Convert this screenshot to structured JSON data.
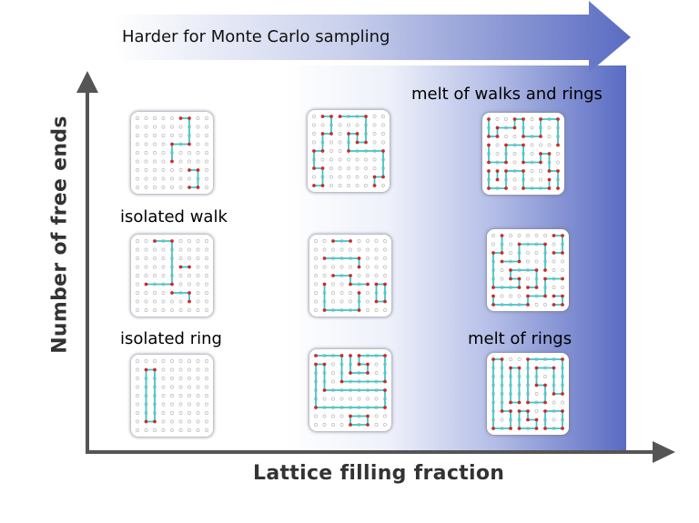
{
  "arrow": {
    "label": "Harder for Monte Carlo sampling",
    "color": "#5a6bc2"
  },
  "axes": {
    "x_label": "Lattice filling fraction",
    "y_label": "Number of free ends"
  },
  "annotations": {
    "melt_walks_rings": "melt of walks and rings",
    "isolated_walk": "isolated walk",
    "isolated_ring": "isolated ring",
    "melt_rings": "melt of rings"
  },
  "colors": {
    "bond": "#3ec6c8",
    "end": "#cc2b2b",
    "empty_site": "#bbbbbb",
    "axis": "#555555"
  },
  "lattice": {
    "size": 8,
    "tiles": [
      {
        "id": "walk-low",
        "paths": [
          [
            [
              5,
              0
            ],
            [
              6,
              0
            ],
            [
              6,
              3
            ],
            [
              4,
              3
            ],
            [
              4,
              5
            ]
          ],
          [
            [
              6,
              6
            ],
            [
              7,
              6
            ],
            [
              7,
              8
            ],
            [
              6,
              8
            ]
          ]
        ]
      },
      {
        "id": "walk-mid",
        "paths": [
          [
            [
              1,
              0
            ],
            [
              2,
              0
            ],
            [
              2,
              2
            ],
            [
              1,
              2
            ],
            [
              1,
              4
            ],
            [
              0,
              4
            ],
            [
              0,
              6
            ],
            [
              1,
              6
            ],
            [
              1,
              8
            ],
            [
              0,
              8
            ]
          ],
          [
            [
              3,
              0
            ],
            [
              6,
              0
            ],
            [
              6,
              3
            ],
            [
              5,
              3
            ],
            [
              5,
              2
            ],
            [
              4,
              2
            ],
            [
              4,
              4
            ],
            [
              8,
              4
            ],
            [
              8,
              7
            ],
            [
              7,
              7
            ],
            [
              7,
              8
            ]
          ]
        ]
      },
      {
        "id": "walk-high",
        "paths": [
          [
            [
              0,
              0
            ],
            [
              0,
              2
            ],
            [
              1,
              2
            ],
            [
              1,
              1
            ],
            [
              3,
              1
            ],
            [
              3,
              0
            ],
            [
              4,
              0
            ],
            [
              4,
              2
            ],
            [
              6,
              2
            ],
            [
              6,
              0
            ],
            [
              8,
              0
            ],
            [
              8,
              3
            ]
          ],
          [
            [
              0,
              3
            ],
            [
              0,
              5
            ],
            [
              2,
              5
            ],
            [
              2,
              3
            ],
            [
              4,
              3
            ],
            [
              4,
              5
            ],
            [
              6,
              5
            ],
            [
              6,
              4
            ],
            [
              7,
              4
            ],
            [
              7,
              6
            ],
            [
              8,
              6
            ],
            [
              8,
              8
            ]
          ],
          [
            [
              0,
              6
            ],
            [
              0,
              8
            ],
            [
              2,
              8
            ],
            [
              2,
              6
            ],
            [
              4,
              6
            ],
            [
              4,
              8
            ],
            [
              7,
              8
            ],
            [
              7,
              7
            ]
          ],
          [
            [
              1,
              6
            ],
            [
              1,
              7
            ]
          ]
        ]
      },
      {
        "id": "mid-low",
        "paths": [
          [
            [
              2,
              0
            ],
            [
              4,
              0
            ],
            [
              4,
              5
            ],
            [
              1,
              5
            ]
          ],
          [
            [
              4,
              6
            ],
            [
              6,
              6
            ],
            [
              6,
              7
            ]
          ],
          [
            [
              5,
              3
            ],
            [
              6,
              3
            ]
          ]
        ]
      },
      {
        "id": "mid-mid",
        "paths": [
          [
            [
              2,
              0
            ],
            [
              4,
              0
            ]
          ],
          [
            [
              1,
              2
            ],
            [
              5,
              2
            ],
            [
              5,
              3
            ]
          ],
          [
            [
              2,
              4
            ],
            [
              4,
              4
            ],
            [
              4,
              5
            ],
            [
              6,
              5
            ]
          ],
          [
            [
              1,
              5
            ],
            [
              1,
              8
            ],
            [
              5,
              8
            ],
            [
              5,
              6
            ]
          ],
          [
            [
              7,
              5
            ],
            [
              7,
              7
            ],
            [
              8,
              7
            ],
            [
              8,
              5
            ],
            [
              7,
              5
            ]
          ]
        ]
      },
      {
        "id": "mid-high",
        "paths": [
          [
            [
              1,
              0
            ],
            [
              1,
              2
            ],
            [
              0,
              2
            ],
            [
              0,
              6
            ],
            [
              3,
              6
            ],
            [
              3,
              5
            ],
            [
              2,
              5
            ],
            [
              2,
              4
            ],
            [
              5,
              4
            ],
            [
              5,
              6
            ],
            [
              4,
              6
            ]
          ],
          [
            [
              1,
              3
            ],
            [
              3,
              3
            ],
            [
              3,
              1
            ],
            [
              6,
              1
            ],
            [
              6,
              4
            ]
          ],
          [
            [
              0,
              7
            ],
            [
              0,
              8
            ],
            [
              4,
              8
            ],
            [
              4,
              7
            ],
            [
              6,
              7
            ],
            [
              6,
              5
            ],
            [
              8,
              5
            ]
          ],
          [
            [
              7,
              0
            ],
            [
              8,
              0
            ],
            [
              8,
              2
            ],
            [
              7,
              2
            ]
          ],
          [
            [
              7,
              7
            ],
            [
              8,
              7
            ],
            [
              8,
              8
            ],
            [
              7,
              8
            ]
          ]
        ]
      },
      {
        "id": "ring-low",
        "paths": [
          [
            [
              1,
              1
            ],
            [
              2,
              1
            ],
            [
              2,
              7
            ],
            [
              1,
              7
            ],
            [
              1,
              1
            ]
          ]
        ]
      },
      {
        "id": "ring-mid",
        "paths": [
          [
            [
              0,
              0
            ],
            [
              3,
              0
            ],
            [
              3,
              3
            ],
            [
              8,
              3
            ],
            [
              8,
              0
            ],
            [
              5,
              0
            ],
            [
              5,
              1
            ],
            [
              6,
              1
            ],
            [
              6,
              2
            ],
            [
              4,
              2
            ],
            [
              4,
              0
            ]
          ],
          [
            [
              0,
              1
            ],
            [
              0,
              6
            ],
            [
              8,
              6
            ],
            [
              8,
              4
            ],
            [
              1,
              4
            ],
            [
              1,
              1
            ],
            [
              0,
              1
            ]
          ],
          [
            [
              4,
              7
            ],
            [
              6,
              7
            ],
            [
              6,
              8
            ],
            [
              4,
              8
            ],
            [
              4,
              7
            ]
          ]
        ]
      },
      {
        "id": "ring-high",
        "paths": [
          [
            [
              0,
              0
            ],
            [
              0,
              8
            ],
            [
              2,
              8
            ],
            [
              2,
              6
            ],
            [
              1,
              6
            ],
            [
              1,
              0
            ],
            [
              0,
              0
            ]
          ],
          [
            [
              2,
              1
            ],
            [
              3,
              1
            ],
            [
              3,
              5
            ],
            [
              2,
              5
            ],
            [
              2,
              1
            ]
          ],
          [
            [
              4,
              0
            ],
            [
              8,
              0
            ],
            [
              8,
              4
            ],
            [
              7,
              4
            ],
            [
              7,
              1
            ],
            [
              5,
              1
            ],
            [
              5,
              3
            ],
            [
              6,
              3
            ],
            [
              6,
              5
            ],
            [
              4,
              5
            ],
            [
              4,
              0
            ]
          ],
          [
            [
              3,
              6
            ],
            [
              3,
              8
            ],
            [
              5,
              8
            ],
            [
              5,
              7
            ],
            [
              4,
              7
            ],
            [
              4,
              6
            ],
            [
              3,
              6
            ]
          ],
          [
            [
              6,
              6
            ],
            [
              8,
              6
            ],
            [
              8,
              8
            ],
            [
              6,
              8
            ],
            [
              6,
              6
            ]
          ]
        ]
      }
    ]
  }
}
